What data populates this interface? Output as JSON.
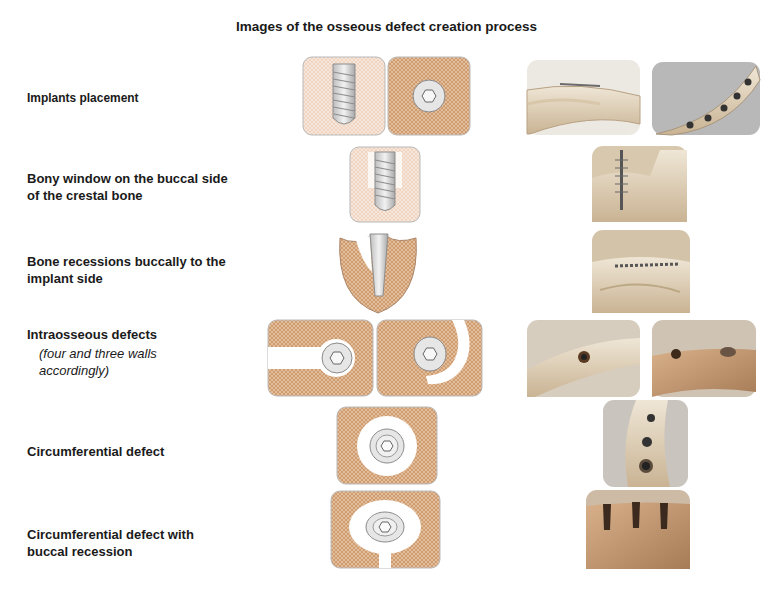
{
  "diagram": {
    "title": "Images of the osseous defect creation process",
    "labels": [
      "Implants placement",
      "Bony window on the buccal side of the crestal bone",
      "Bone recessions buccally to the implant side",
      "Intraosseous defects",
      "(four and three walls accordingly)",
      "Circumferential defect",
      "Circumferential defect with buccal recession"
    ]
  }
}
